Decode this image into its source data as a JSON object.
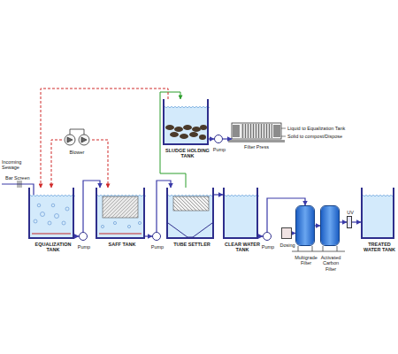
{
  "diagram": {
    "nodes": [
      {
        "text": [
          "Blower"
        ]
      },
      {
        "text": [
          "EQUALIZATION TANK"
        ]
      },
      {
        "text": [
          "Pump"
        ]
      },
      {
        "text": [
          "SAFF TANK"
        ]
      },
      {
        "text": [
          "Pump"
        ]
      },
      {
        "text": [
          "TUBE SETTLER"
        ]
      },
      {
        "text": [
          "SLUDGE HOLDING TANK"
        ]
      },
      {
        "text": [
          "Pump"
        ]
      },
      {
        "text": [
          "Filter Press"
        ]
      },
      {
        "text": [
          "CLEAR WATER TANK"
        ]
      },
      {
        "text": [
          "Pump"
        ]
      },
      {
        "text": [
          "Dosing"
        ]
      },
      {
        "text": [
          "Multigrade Filter"
        ]
      },
      {
        "text": [
          "Activated Carbon Filter"
        ]
      },
      {
        "text": [
          "UV"
        ]
      },
      {
        "text": [
          "TREATED WATER TANK"
        ]
      }
    ],
    "edges": [
      {
        "from": 0,
        "to": 1,
        "arrow": "to"
      },
      {
        "from": 0,
        "to": 3,
        "arrow": "to"
      },
      {
        "from": 1,
        "to": 2,
        "arrow": "to"
      },
      {
        "from": 2,
        "to": 3,
        "arrow": "to"
      },
      {
        "from": 3,
        "to": 4,
        "arrow": "to"
      },
      {
        "from": 4,
        "to": 5,
        "arrow": "to"
      },
      {
        "from": 5,
        "to": 9,
        "arrow": "to"
      },
      {
        "from": 5,
        "to": 6,
        "arrow": "to"
      },
      {
        "from": 6,
        "to": 7,
        "arrow": "to"
      },
      {
        "from": 7,
        "to": 8,
        "arrow": "to"
      },
      {
        "from": 6,
        "to": 1,
        "arrow": "to"
      },
      {
        "from": 9,
        "to": 10,
        "arrow": "to"
      },
      {
        "from": 10,
        "to": 12,
        "arrow": "to"
      },
      {
        "from": 11,
        "to": 12,
        "arrow": "to"
      },
      {
        "from": 12,
        "to": 13,
        "arrow": "to"
      },
      {
        "from": 13,
        "to": 14,
        "arrow": "to"
      },
      {
        "from": 14,
        "to": 15,
        "arrow": "to"
      }
    ],
    "labels": [
      "Incoming Sewage",
      "Bar Screen",
      "Liquid to Equalization Tank",
      "Solid to compost/Dispose"
    ]
  }
}
